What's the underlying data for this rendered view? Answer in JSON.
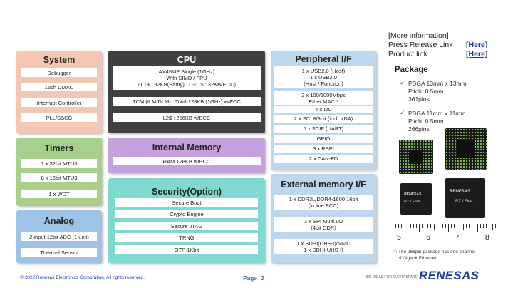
{
  "system": {
    "title": "System",
    "items": [
      "Debugger",
      "16ch DMAC",
      "Interrupt Controller",
      "PLL/SSCG"
    ]
  },
  "timers": {
    "title": "Timers",
    "items": [
      "1 x 32bit MTU3",
      "8 x 16bit MTU3",
      "1 x WDT"
    ]
  },
  "analog": {
    "title": "Analog",
    "items": [
      "2 input 12bit ADC (1 unit)",
      "Thermal Sensor"
    ]
  },
  "cpu": {
    "title": "CPU",
    "core_lines": [
      "AX45MP Single (1GHz)",
      "With SIMD / FPU",
      "I-L1$ : 32KB(Parity) , D-L1$ : 32KB(ECC)"
    ],
    "tcm": "TCM (ILM/DLM) : Total 128KB (1GHz) w/ECC",
    "l2": "L2$ : 256KB w/ECC"
  },
  "internal_memory": {
    "title": "Internal Memory",
    "items": [
      "RAM 128KB w/ECC"
    ]
  },
  "security": {
    "title": "Security(Option)",
    "items": [
      "Secure Boot",
      "Crypto Engine",
      "Secure JTAG",
      "TRNG",
      "OTP 1Kbit"
    ]
  },
  "peripheral": {
    "title": "Peripheral I/F",
    "usb_lines": [
      "1 x USB2.0 (Host)",
      "1 x USB2.0",
      "(Host / Function)"
    ],
    "ether_lines": [
      "2 x 100/1000Mbps",
      "Ether MAC *"
    ],
    "items": [
      "4 x I2C",
      "2 x SCI 8/9bit (incl. IrDA)",
      "5 x SCIF (UART)",
      "GPIO",
      "3 x RSPI",
      "2 x CAN-FD"
    ]
  },
  "external_memory": {
    "title": "External memory I/F",
    "ddr_lines": [
      "1 x DDR3L/DDR4-1600 16bit",
      "(in line ECC)"
    ],
    "spi_lines": [
      "1 x SPI Multi I/O",
      "(4bit DDR)"
    ],
    "sd_lines": [
      "1 x SDHI(UHS-I)/MMC",
      "1 x SDHI(UHS-I)"
    ]
  },
  "more_info": {
    "heading": "[More information]",
    "press_label": "Press Release Link",
    "press_link": "[Here]",
    "product_label": "Product link",
    "product_link": "[Here]"
  },
  "package": {
    "title": "Package",
    "options": [
      {
        "check": "✓",
        "lines": [
          "PBGA  13mm x 13mm",
          "Pitch: 0.5mm",
          "361pins"
        ]
      },
      {
        "check": "✓",
        "lines": [
          "PBGA  11mm x 11mm",
          "Pitch: 0.5mm",
          "266pins"
        ]
      }
    ],
    "chip_brand": "RENESAS",
    "chip_model": "RZ / Five",
    "ruler_numbers": [
      "5",
      "6",
      "7",
      "8"
    ],
    "note_lines": [
      "*: The 266pin package has one channel",
      "of Gigabit Ethernet."
    ]
  },
  "footer": {
    "copyright": "© 2022 Renesas Electronics Corporation. All rights reserved.",
    "page_label": "Page",
    "page_number": "2",
    "tagline": "BIG IDEAS FOR EVERY SPACE",
    "logo_text": "RENESAS"
  },
  "colors": {
    "system": "#f4c7b2",
    "timers": "#a8d08d",
    "analog": "#9dc3e6",
    "cpu": "#404040",
    "internal_memory": "#c5a0dc",
    "security": "#7fd9d1",
    "peripheral": "#bdd7ee",
    "external_memory": "#bdd7ee",
    "brand": "#1f3f99"
  }
}
